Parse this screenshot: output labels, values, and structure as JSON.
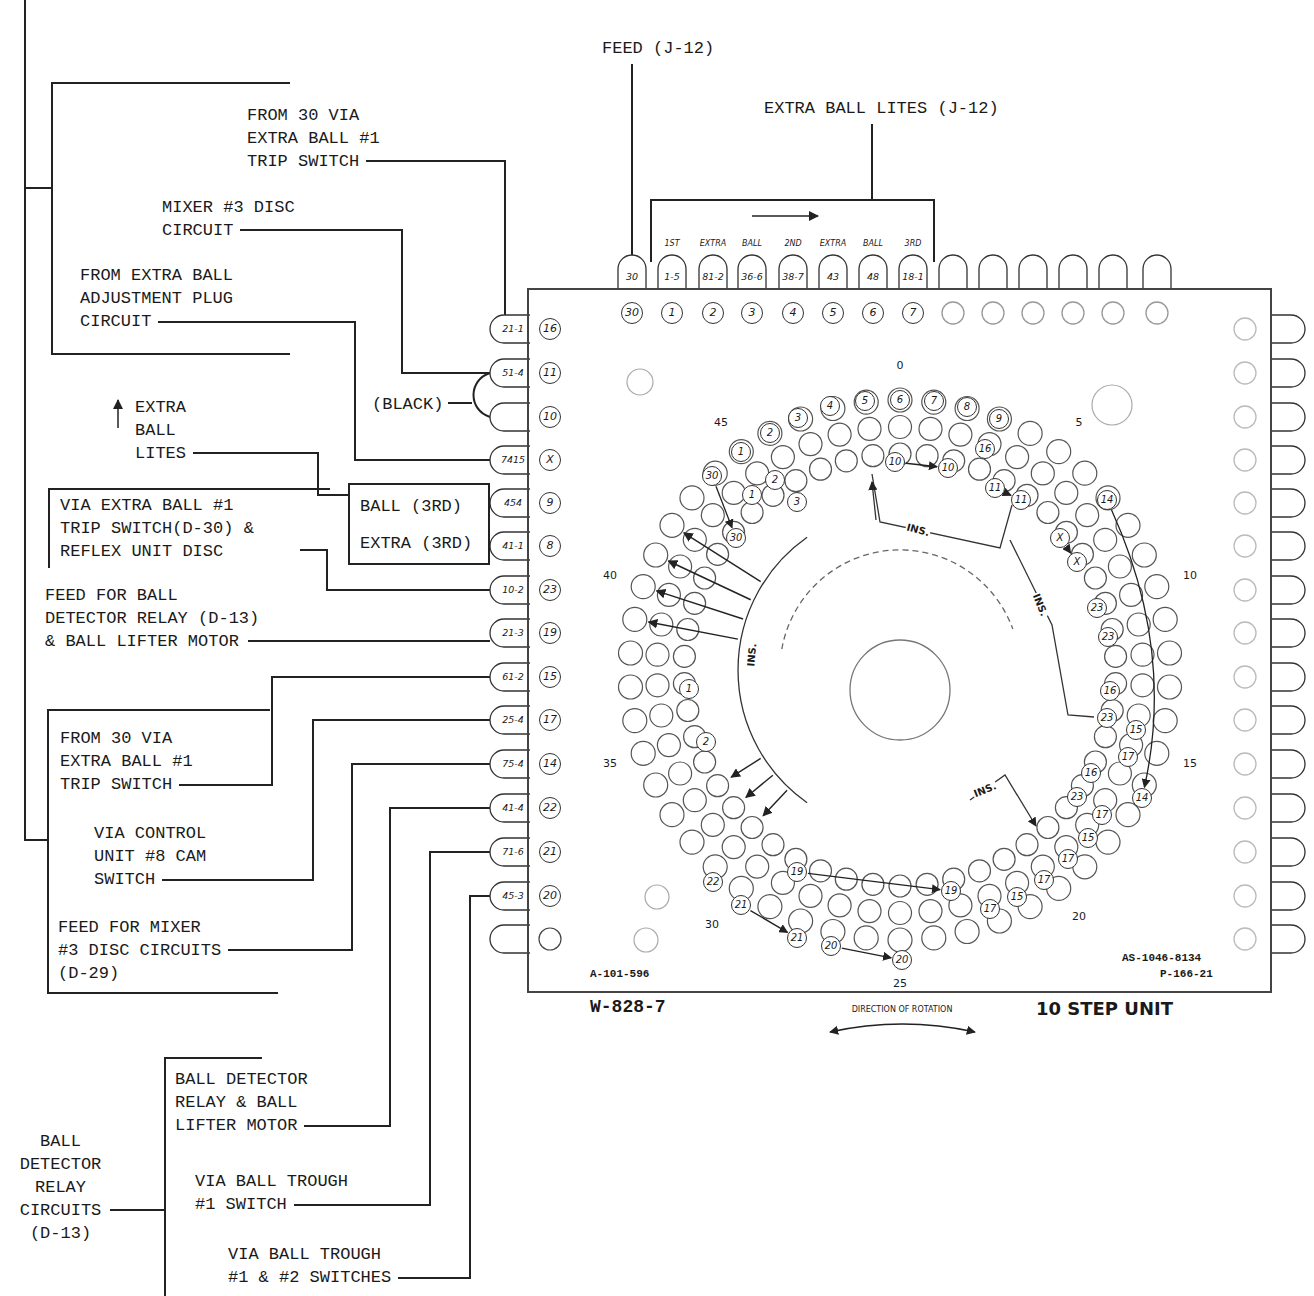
{
  "diagram": {
    "nodes": [
      {
        "text": [
          "10 STEP UNIT"
        ]
      },
      {
        "text": [
          "BALL (3RD)",
          "EXTRA (3RD)"
        ]
      },
      {
        "text": [
          "VIA EXTRA BALL #1 TRIP SWITCH(D-30) & REFLEX UNIT DISC"
        ]
      }
    ],
    "labels": [
      "FEED (J-12)",
      "EXTRA BALL LITES (J-12)",
      "1ST",
      "EXTRA",
      "BALL",
      "2ND",
      "EXTRA",
      "BALL",
      "3RD",
      "30",
      "1-5",
      "81-2",
      "36-6",
      "38-7",
      "43",
      "48",
      "18-1",
      "30",
      "1",
      "2",
      "3",
      "4",
      "5",
      "6",
      "7",
      "FROM 30 VIA EXTRA BALL #1 TRIP SWITCH",
      "MIXER #3 DISC CIRCUIT",
      "FROM EXTRA BALL ADJUSTMENT PLUG CIRCUIT",
      "(BLACK)",
      "EXTRA BALL LITES",
      "FEED FOR BALL DETECTOR RELAY (D-13) & BALL LIFTER MOTOR",
      "FROM 30 VIA EXTRA BALL #1 TRIP SWITCH",
      "VIA CONTROL UNIT #8 CAM SWITCH",
      "FEED FOR MIXER #3 DISC CIRCUITS (D-29)",
      "BALL DETECTOR RELAY & BALL LIFTER MOTOR",
      "VIA BALL TROUGH #1 SWITCH",
      "VIA BALL TROUGH #1 & #2 SWITCHES",
      "BALL DETECTOR RELAY CIRCUITS (D-13)",
      "21-1",
      "51-4",
      "7415",
      "454",
      "41-1",
      "10-2",
      "21-3",
      "61-2",
      "25-4",
      "75-4",
      "41-4",
      "71-6",
      "45-3",
      "16",
      "11",
      "10",
      "X",
      "9",
      "8",
      "23",
      "19",
      "15",
      "17",
      "14",
      "22",
      "21",
      "20",
      "0",
      "5",
      "10",
      "15",
      "20",
      "25",
      "30",
      "35",
      "40",
      "45",
      "1",
      "2",
      "3",
      "4",
      "5",
      "6",
      "7",
      "8",
      "9",
      "30",
      "1",
      "2",
      "3",
      "30",
      "10",
      "10",
      "16",
      "11",
      "11",
      "X",
      "X",
      "14",
      "23",
      "23",
      "16",
      "23",
      "15",
      "17",
      "16",
      "23",
      "17",
      "14",
      "15",
      "17",
      "17",
      "15",
      "17",
      "19",
      "19",
      "22",
      "21",
      "21",
      "20",
      "20",
      "1",
      "2",
      "INS.",
      "INS.",
      "INS.",
      "INS.",
      "A-101-596",
      "W-828-7",
      "DIRECTION OF ROTATION",
      "AS-1046-8134",
      "P-166-21"
    ]
  }
}
